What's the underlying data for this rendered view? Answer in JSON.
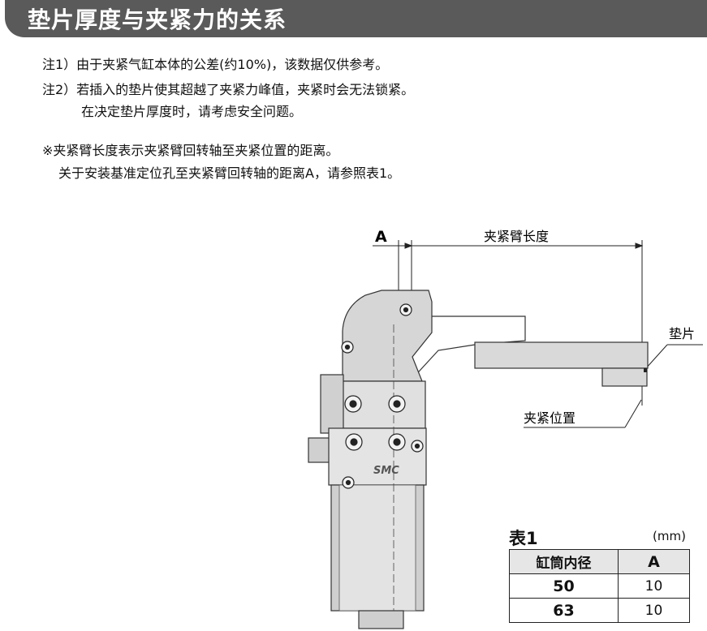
{
  "header": {
    "title": "垫片厚度与夹紧力的关系"
  },
  "notes": [
    "注1）由于夹紧气缸本体的公差(约10%)，该数据仅供参考。",
    "注2）若插入的垫片使其超越了夹紧力峰值，夹紧时会无法锁紧。",
    "在决定垫片厚度时，请考虑安全问题。",
    "※夹紧臂长度表示夹紧臂回转轴至夹紧位置的距离。",
    "关于安装基准定位孔至夹紧臂回转轴的距离A，请参照表1。"
  ],
  "diagram": {
    "label_a": "A",
    "label_arm_length": "夹紧臂长度",
    "label_shim": "垫片",
    "label_clamp_position": "夹紧位置",
    "logo_text": "SMC"
  },
  "table": {
    "title": "表1",
    "unit": "(mm)",
    "headers": [
      "缸筒内径",
      "A"
    ],
    "rows": [
      [
        "50",
        "10"
      ],
      [
        "63",
        "10"
      ]
    ]
  }
}
